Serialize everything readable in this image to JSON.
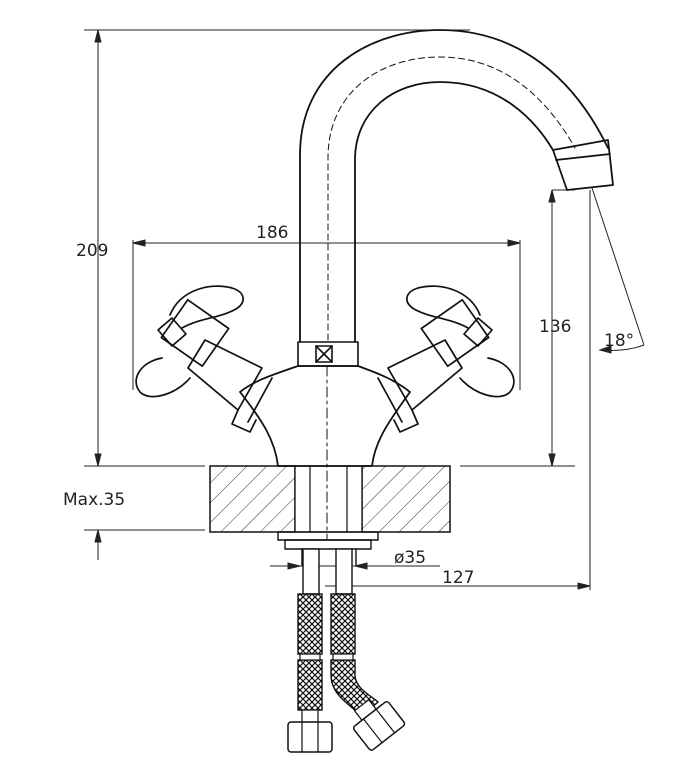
{
  "dimensions": {
    "total_height": "209",
    "handle_span": "186",
    "spout_height": "136",
    "spout_angle": "18°",
    "max_thickness": "Max.35",
    "hole_diameter": "ø35",
    "spout_reach": "127"
  },
  "colors": {
    "line": "#111111",
    "dim_line": "#222222",
    "hatch": "#333333",
    "background": "#ffffff"
  }
}
